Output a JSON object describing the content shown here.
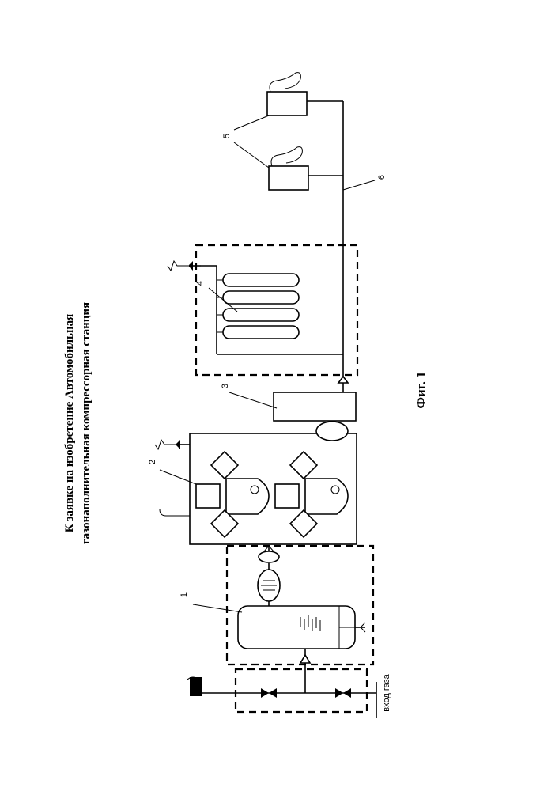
{
  "title": {
    "line1": "К заявке на изобретение Автомобильная",
    "line2": "газонаполнительная компрессорная станция"
  },
  "figure_caption": "Фиг. 1",
  "gas_inlet_label": "вход газа",
  "callouts": {
    "c1": "1",
    "c2": "2",
    "c3": "3",
    "c4": "4",
    "c5": "5",
    "c6": "6"
  }
}
